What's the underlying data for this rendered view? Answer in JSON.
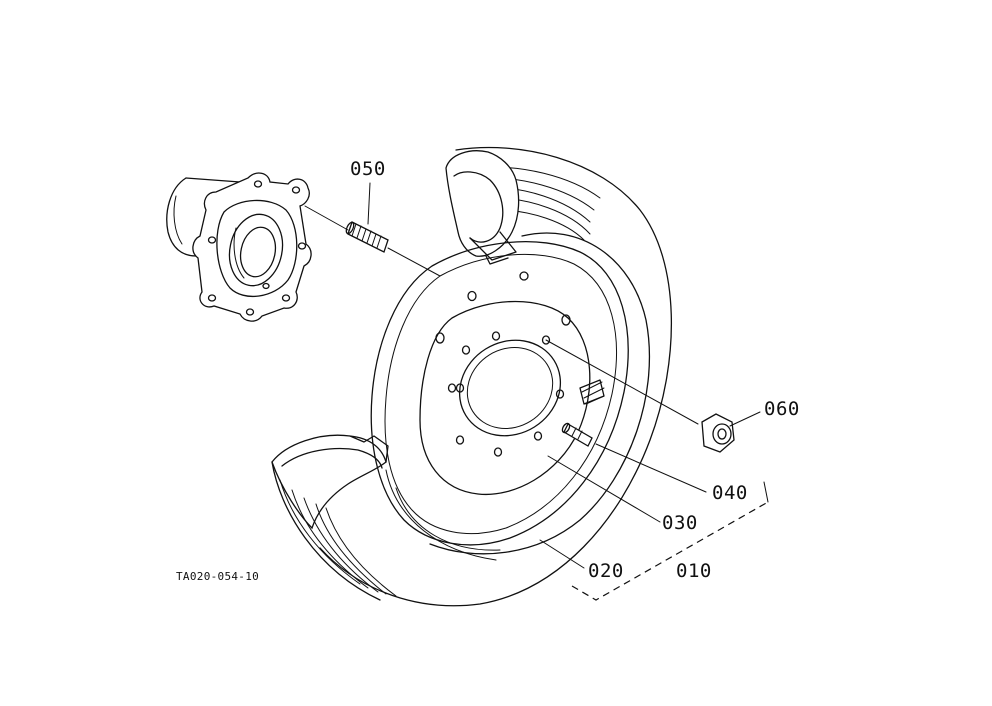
{
  "labels": {
    "p050": "050",
    "p060": "060",
    "p040": "040",
    "p030": "030",
    "p020": "020",
    "p010": "010"
  },
  "drawing_ref": "TA020-054-10"
}
